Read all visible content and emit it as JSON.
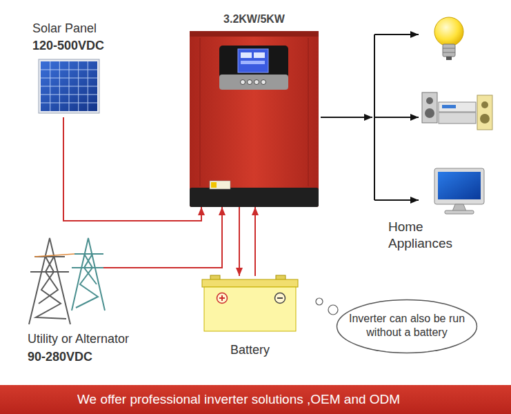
{
  "diagram": {
    "nodes": [
      {
        "text": [
          "Solar Panel",
          "120-500VDC"
        ]
      },
      {
        "text": [
          "3.2KW/5KW"
        ]
      },
      {
        "text": [
          "Utility or Alternator",
          "90-280VDC"
        ]
      },
      {
        "text": [
          "Battery"
        ]
      },
      {
        "text": [
          "Home Appliances"
        ]
      },
      {
        "text": [
          "Inverter can also be run without a battery"
        ]
      },
      {
        "text": [
          "We offer professional inverter solutions ,OEM and ODM"
        ]
      }
    ],
    "edges": [
      {
        "from": 0,
        "to": 1,
        "arrow": "to"
      },
      {
        "from": 2,
        "to": 1,
        "arrow": "to"
      },
      {
        "from": 1,
        "to": 3,
        "arrow": "to"
      },
      {
        "from": 3,
        "to": 1,
        "arrow": "to"
      },
      {
        "from": 1,
        "to": 4,
        "arrow": "to"
      }
    ]
  }
}
